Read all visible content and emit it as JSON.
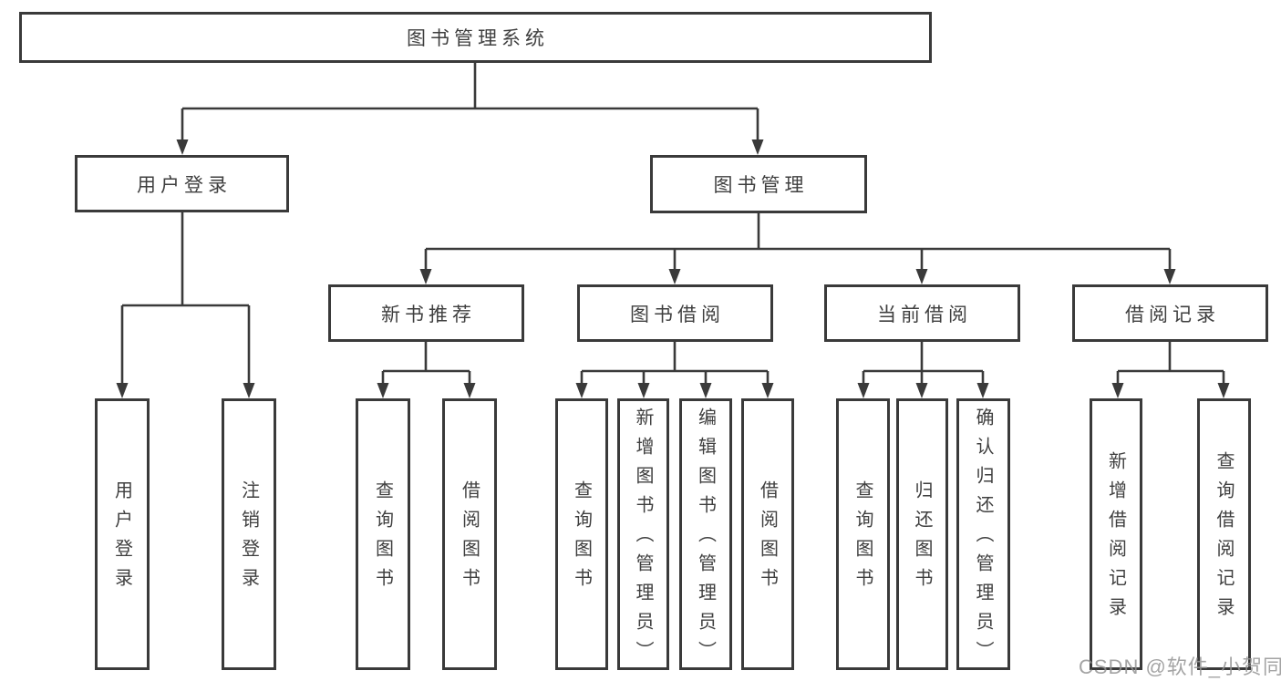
{
  "diagram": {
    "root": {
      "label": "图书管理系统"
    },
    "level2": [
      {
        "label": "用户登录"
      },
      {
        "label": "图书管理"
      }
    ],
    "level3": [
      {
        "label": "新书推荐"
      },
      {
        "label": "图书借阅"
      },
      {
        "label": "当前借阅"
      },
      {
        "label": "借阅记录"
      }
    ],
    "level4": {
      "login": [
        "用户登录",
        "注销登录"
      ],
      "recommend": [
        "查询图书",
        "借阅图书"
      ],
      "borrow": [
        "查询图书",
        "新增图书（管理员）",
        "编辑图书（管理员）",
        "借阅图书"
      ],
      "current": [
        "查询图书",
        "归还图书",
        "确认归还（管理员）"
      ],
      "records": [
        "新增借阅记录",
        "查询借阅记录"
      ]
    }
  },
  "watermark": {
    "text": "CSDN @软件_小贺同学"
  },
  "colors": {
    "line": "#3a3a3a",
    "box_border": "#3a3a3a",
    "text": "#3f3f3f",
    "watermark": "#949494",
    "background": "#ffffff"
  }
}
